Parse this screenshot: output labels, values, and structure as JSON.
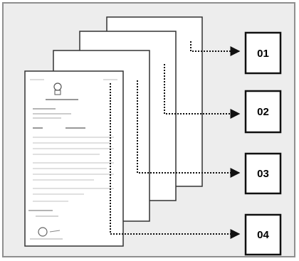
{
  "diagram": {
    "pages": [
      "page-4",
      "page-3",
      "page-2",
      "page-1"
    ],
    "labels": [
      "01",
      "02",
      "03",
      "04"
    ],
    "colors": {
      "background": "#ededed",
      "frame_border": "#8f8f8f",
      "page_fill": "#ffffff",
      "page_border": "#333333",
      "box_border": "#111111",
      "connector": "#111111"
    }
  }
}
